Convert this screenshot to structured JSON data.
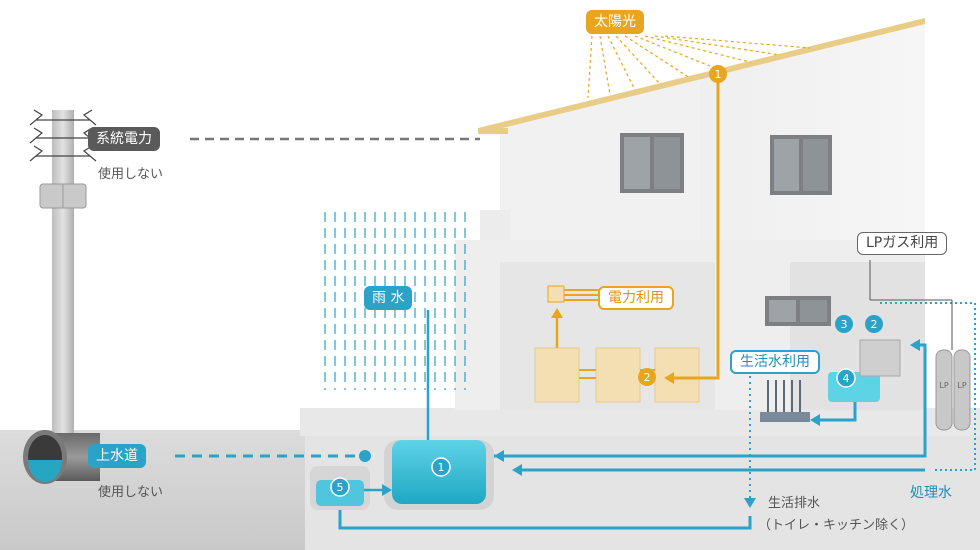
{
  "labels": {
    "sunlight": "太陽光",
    "grid_power": "系統電力",
    "grid_unused": "使用しない",
    "rain": "雨 水",
    "power_use": "電力利用",
    "lp_gas": "LPガス利用",
    "domestic_water": "生活水利用",
    "water_supply": "上水道",
    "water_unused": "使用しない",
    "treated_water": "処理水",
    "wastewater": "生活排水",
    "wastewater_note": "（トイレ・キッチン除く）",
    "cylinder_text": "LP"
  },
  "markers": {
    "solar_1": "1",
    "battery_2": "2",
    "tank_1": "1",
    "unit_3": "3",
    "unit_2": "2",
    "unit_4": "4",
    "tank_5": "5"
  },
  "colors": {
    "power": "#e8a51f",
    "water": "#2ba3c9",
    "grid": "#5a5a5a"
  }
}
